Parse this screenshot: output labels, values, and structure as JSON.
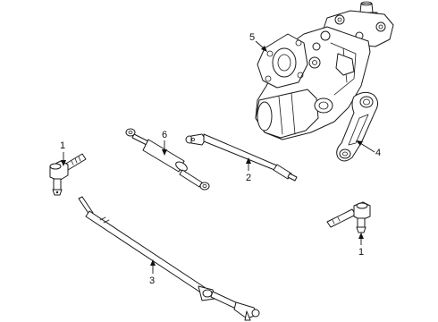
{
  "colors": {
    "line": "#1a1a1a",
    "background": "#ffffff",
    "text": "#111111"
  },
  "callouts": [
    {
      "id": "tie-rod-end-left",
      "label": "1"
    },
    {
      "id": "tie-rod-end-right",
      "label": "1"
    },
    {
      "id": "drag-link",
      "label": "2"
    },
    {
      "id": "relay-rod",
      "label": "3"
    },
    {
      "id": "pitman-arm",
      "label": "4"
    },
    {
      "id": "steering-gear",
      "label": "5"
    },
    {
      "id": "steering-damper",
      "label": "6"
    }
  ]
}
